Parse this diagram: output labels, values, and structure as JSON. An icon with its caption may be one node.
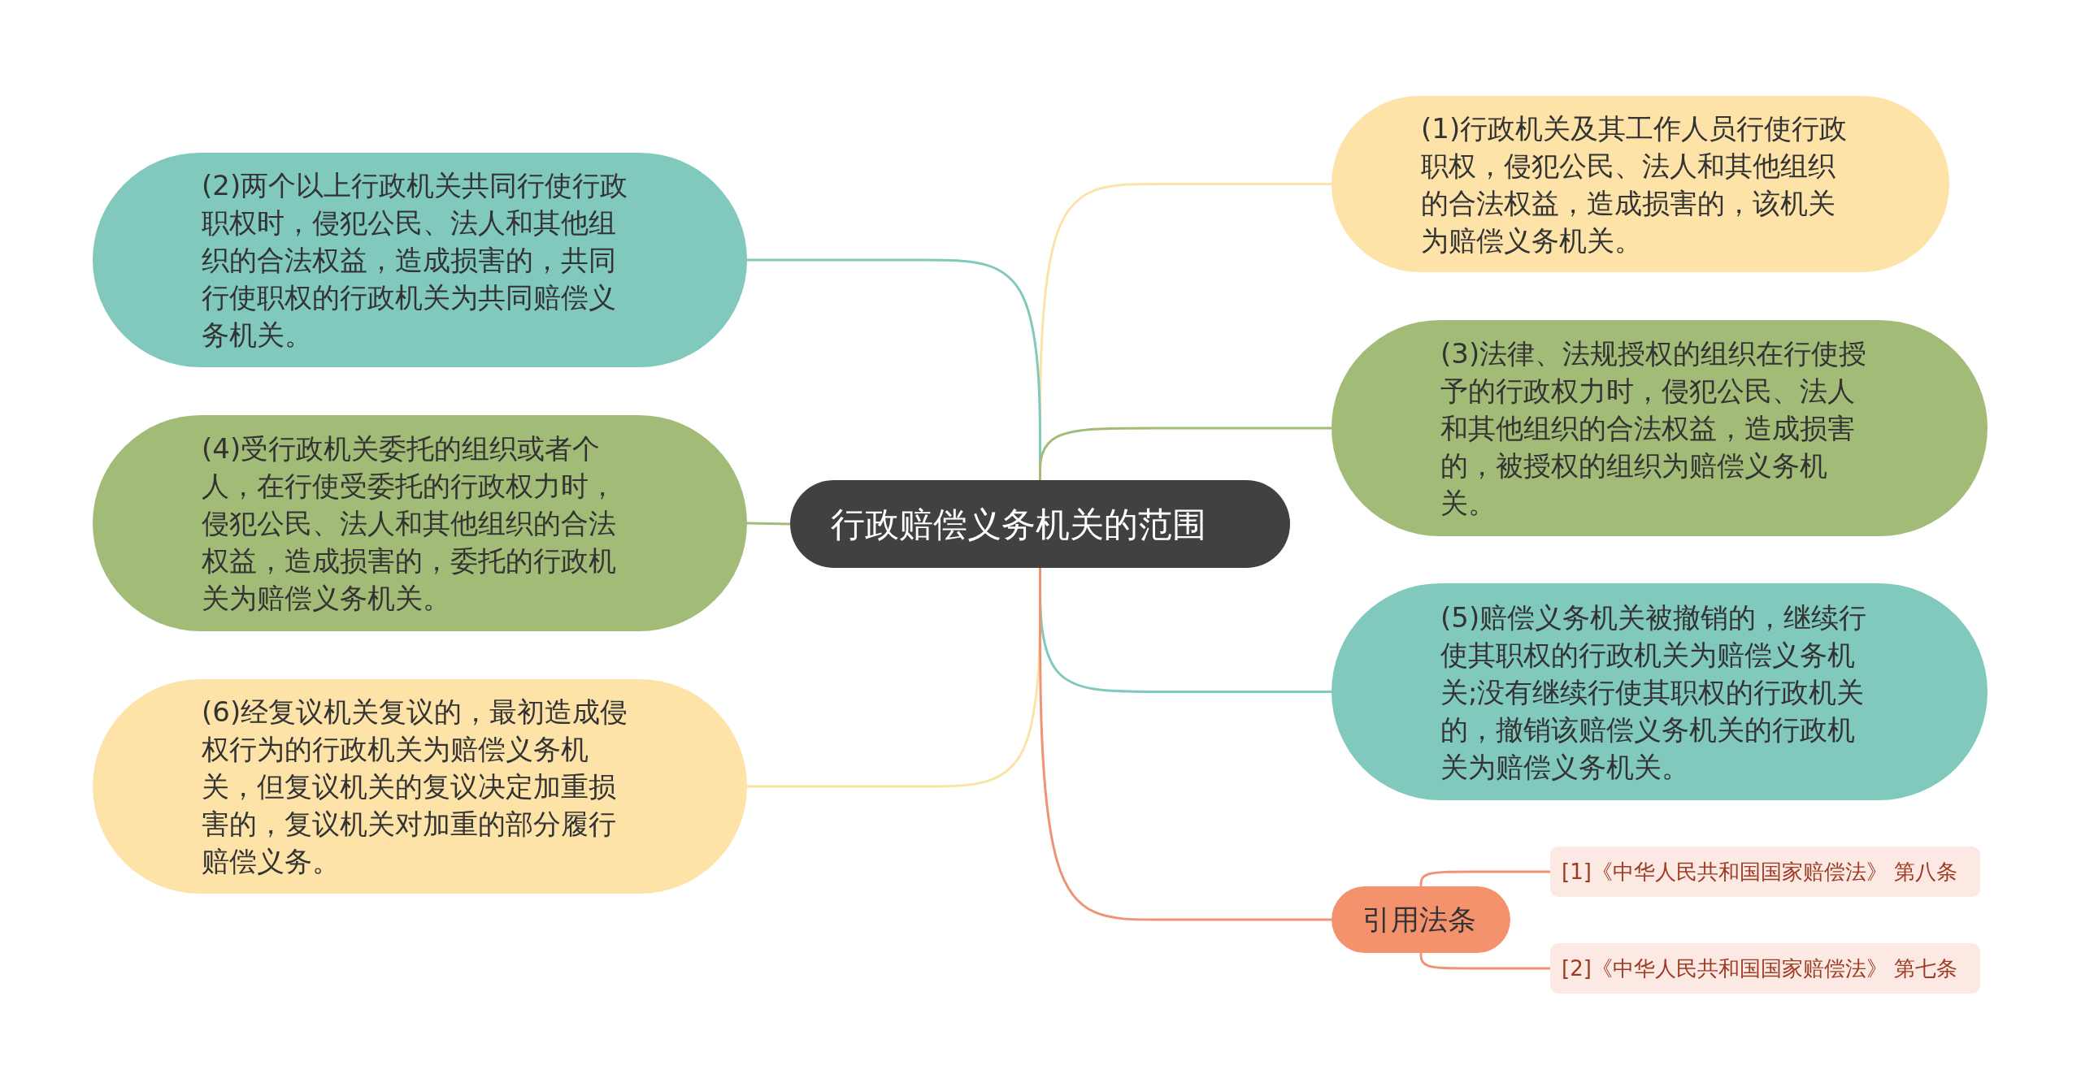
{
  "diagram": {
    "nodes": [
      {
        "text": [
          "行政赔偿义务机关的范围"
        ]
      },
      {
        "text": [
          "(1)行政机关及其工作人员行使行政职权，侵犯公民、法人和其他组织的合法权益，造成损害的，该机关为赔偿义务机关。"
        ]
      },
      {
        "text": [
          "(2)两个以上行政机关共同行使行政职权时，侵犯公民、法人和其他组织的合法权益，造成损害的，共同行使职权的行政机关为共同赔偿义务机关。"
        ]
      },
      {
        "text": [
          "(3)法律、法规授权的组织在行使授予的行政权力时，侵犯公民、法人和其他组织的合法权益，造成损害的，被授权的组织为赔偿义务机关。"
        ]
      },
      {
        "text": [
          "(4)受行政机关委托的组织或者个人，在行使受委托的行政权力时，侵犯公民、法人和其他组织的合法权益，造成损害的，委托的行政机关为赔偿义务机关。"
        ]
      },
      {
        "text": [
          "(5)赔偿义务机关被撤销的，继续行使其职权的行政机关为赔偿义务机关;没有继续行使其职权的行政机关的，撤销该赔偿义务机关的行政机关为赔偿义务机关。"
        ]
      },
      {
        "text": [
          "(6)经复议机关复议的，最初造成侵权行为的行政机关为赔偿义务机关，但复议机关的复议决定加重损害的，复议机关对加重的部分履行赔偿义务。"
        ]
      },
      {
        "text": [
          "引用法条"
        ]
      },
      {
        "text": [
          "[1]《中华人民共和国国家赔偿法》 第八条"
        ]
      },
      {
        "text": [
          "[2]《中华人民共和国国家赔偿法》 第七条"
        ]
      }
    ],
    "edges": [
      {
        "from": 0,
        "to": 1,
        "arrow": "none",
        "color": "#fbe3a8"
      },
      {
        "from": 0,
        "to": 2,
        "arrow": "none",
        "color": "#80c9bc"
      },
      {
        "from": 0,
        "to": 3,
        "arrow": "none",
        "color": "#a2bc78"
      },
      {
        "from": 0,
        "to": 4,
        "arrow": "none",
        "color": "#a2bc78"
      },
      {
        "from": 0,
        "to": 5,
        "arrow": "none",
        "color": "#80c9bc"
      },
      {
        "from": 0,
        "to": 6,
        "arrow": "none",
        "color": "#fbe3a8"
      },
      {
        "from": 0,
        "to": 7,
        "arrow": "none",
        "color": "#ef9374"
      },
      {
        "from": 7,
        "to": 8,
        "arrow": "none",
        "color": "#ef9374"
      },
      {
        "from": 7,
        "to": 9,
        "arrow": "none",
        "color": "#ef9374"
      }
    ]
  }
}
